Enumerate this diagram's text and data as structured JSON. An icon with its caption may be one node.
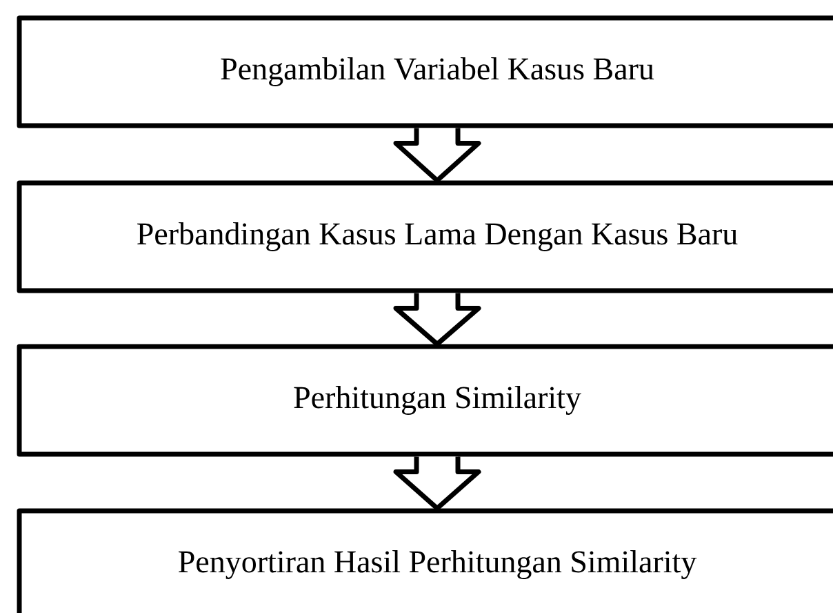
{
  "diagram": {
    "nodes": [
      {
        "text": [
          "Pengambilan Variabel Kasus Baru"
        ]
      },
      {
        "text": [
          "Perbandingan Kasus Lama Dengan Kasus Baru"
        ]
      },
      {
        "text": [
          "Perhitungan Similarity"
        ]
      },
      {
        "text": [
          "Penyortiran Hasil Perhitungan Similarity"
        ]
      }
    ],
    "edges": [
      {
        "from": 0,
        "to": 1,
        "arrow": "to"
      },
      {
        "from": 1,
        "to": 2,
        "arrow": "to"
      },
      {
        "from": 2,
        "to": 3,
        "arrow": "to"
      }
    ]
  }
}
